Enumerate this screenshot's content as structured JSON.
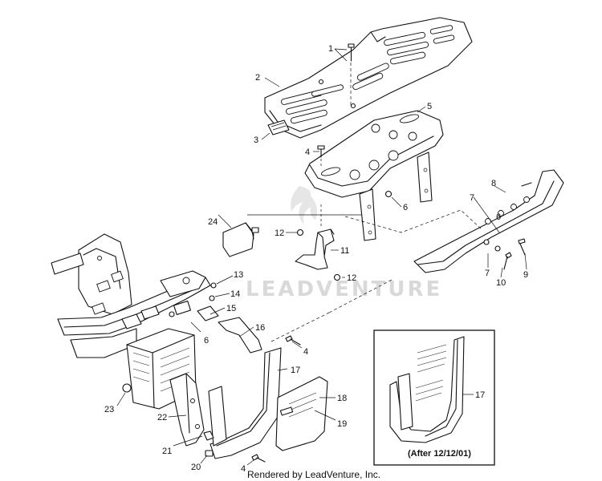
{
  "callouts": [
    {
      "id": "c1",
      "text": "1"
    },
    {
      "id": "c2",
      "text": "2"
    },
    {
      "id": "c3",
      "text": "3"
    },
    {
      "id": "c4a",
      "text": "4"
    },
    {
      "id": "c5",
      "text": "5"
    },
    {
      "id": "c6a",
      "text": "6"
    },
    {
      "id": "c7a",
      "text": "7"
    },
    {
      "id": "c8",
      "text": "8"
    },
    {
      "id": "c24",
      "text": "24"
    },
    {
      "id": "c12a",
      "text": "12"
    },
    {
      "id": "c11",
      "text": "11"
    },
    {
      "id": "c12b",
      "text": "12"
    },
    {
      "id": "c6b",
      "text": "6"
    },
    {
      "id": "c7b",
      "text": "7"
    },
    {
      "id": "c10",
      "text": "10"
    },
    {
      "id": "c9",
      "text": "9"
    },
    {
      "id": "c13",
      "text": "13"
    },
    {
      "id": "c14",
      "text": "14"
    },
    {
      "id": "c15",
      "text": "15"
    },
    {
      "id": "c6c",
      "text": "6"
    },
    {
      "id": "c16",
      "text": "16"
    },
    {
      "id": "c4b",
      "text": "4"
    },
    {
      "id": "c17a",
      "text": "17"
    },
    {
      "id": "c18",
      "text": "18"
    },
    {
      "id": "c19",
      "text": "19"
    },
    {
      "id": "c23",
      "text": "23"
    },
    {
      "id": "c22",
      "text": "22"
    },
    {
      "id": "c21",
      "text": "21"
    },
    {
      "id": "c20",
      "text": "20"
    },
    {
      "id": "c4c",
      "text": "4"
    },
    {
      "id": "c17b",
      "text": "17"
    }
  ],
  "watermark": "LEADVENTURE",
  "inset": {
    "label": "(After 12/12/01)"
  },
  "footer": {
    "credit": "Rendered by LeadVenture, Inc."
  }
}
